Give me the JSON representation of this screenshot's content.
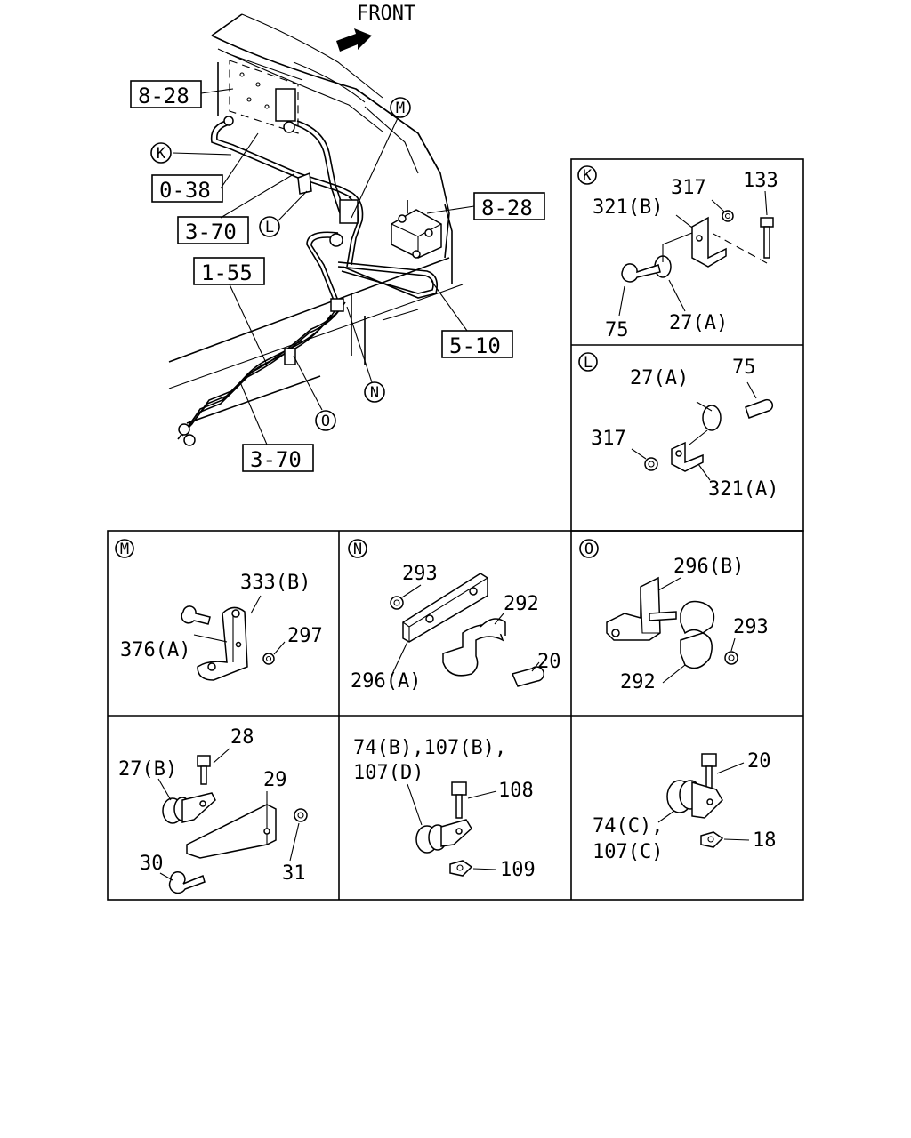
{
  "front_label": "FRONT",
  "ref_boxes": {
    "r828a": "8-28",
    "r038": "0-38",
    "r370a": "3-70",
    "r828b": "8-28",
    "r155": "1-55",
    "r510": "5-10",
    "r370b": "3-70"
  },
  "main_markers": {
    "K": "K",
    "L": "L",
    "M": "M",
    "N": "N",
    "O": "O"
  },
  "details": {
    "K": {
      "marker": "K",
      "labels": {
        "p321b": "321(B)",
        "p317": "317",
        "p133": "133",
        "p75": "75",
        "p27a": "27(A)"
      }
    },
    "L": {
      "marker": "L",
      "labels": {
        "p27a": "27(A)",
        "p75": "75",
        "p317": "317",
        "p321a": "321(A)"
      }
    },
    "M": {
      "marker": "M",
      "labels": {
        "p333b": "333(B)",
        "p297": "297",
        "p376a": "376(A)"
      }
    },
    "N": {
      "marker": "N",
      "labels": {
        "p293": "293",
        "p292": "292",
        "p20": "20",
        "p296a": "296(A)"
      }
    },
    "O": {
      "marker": "O",
      "labels": {
        "p296b": "296(B)",
        "p293": "293",
        "p292": "292"
      }
    },
    "P1": {
      "labels": {
        "p28": "28",
        "p27b": "27(B)",
        "p29": "29",
        "p30": "30",
        "p31": "31"
      }
    },
    "P2": {
      "labels": {
        "l1": "74(B),107(B),",
        "l2": "107(D)",
        "p108": "108",
        "p109": "109"
      }
    },
    "P3": {
      "labels": {
        "p20": "20",
        "l1": "74(C),",
        "l2": "107(C)",
        "p18": "18"
      }
    }
  }
}
